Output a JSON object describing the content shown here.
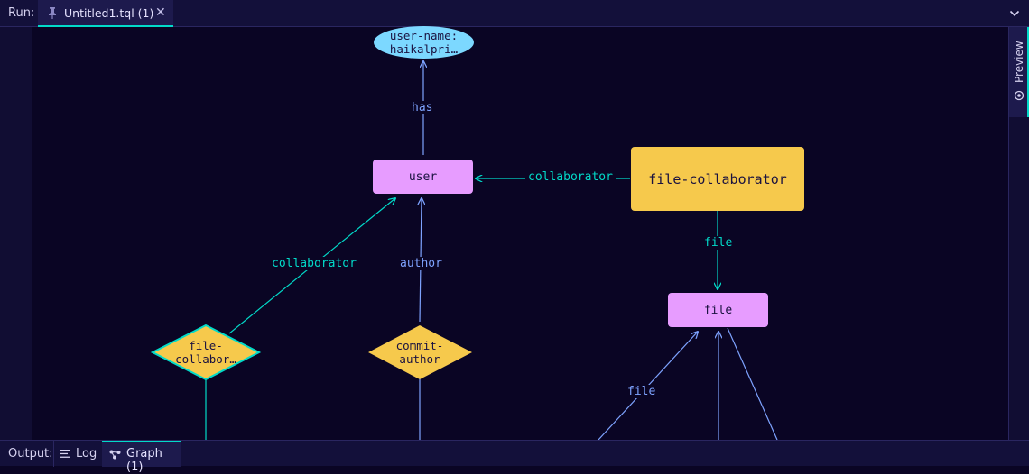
{
  "runbar": {
    "label": "Run:",
    "tab_title": "Untitled1.tql (1)",
    "close_glyph": "✕",
    "icons": [
      "pin-icon",
      "close-icon",
      "chevron-down-icon"
    ]
  },
  "right_rail": {
    "preview_label": "Preview",
    "icon": "eye-icon"
  },
  "graph": {
    "nodes": {
      "user_name_attr": "user-name: haikalpri…",
      "user_name_line1": "user-name:",
      "user_name_line2": "haikalpri…",
      "user": "user",
      "file_collaborator_rel": "file-collaborator",
      "file": "file",
      "file_collab_diamond_line1": "file-",
      "file_collab_diamond_line2": "collabor…",
      "commit_author_line1": "commit-",
      "commit_author_line2": "author"
    },
    "edges": {
      "has": "has",
      "collaborator_top": "collaborator",
      "file_top": "file",
      "collaborator_left": "collaborator",
      "author": "author",
      "file_bottom": "file"
    },
    "colors": {
      "entity": "#e79cff",
      "relation": "#f6c94c",
      "attribute": "#7cd8ff",
      "teal_edge": "#02dac9",
      "blue_edge": "#7ea3ff",
      "background": "#0a0524"
    }
  },
  "outbar": {
    "label": "Output:",
    "log_label": "Log",
    "graph_label": "Graph (1)",
    "icons": [
      "list-icon",
      "graph-icon"
    ]
  }
}
